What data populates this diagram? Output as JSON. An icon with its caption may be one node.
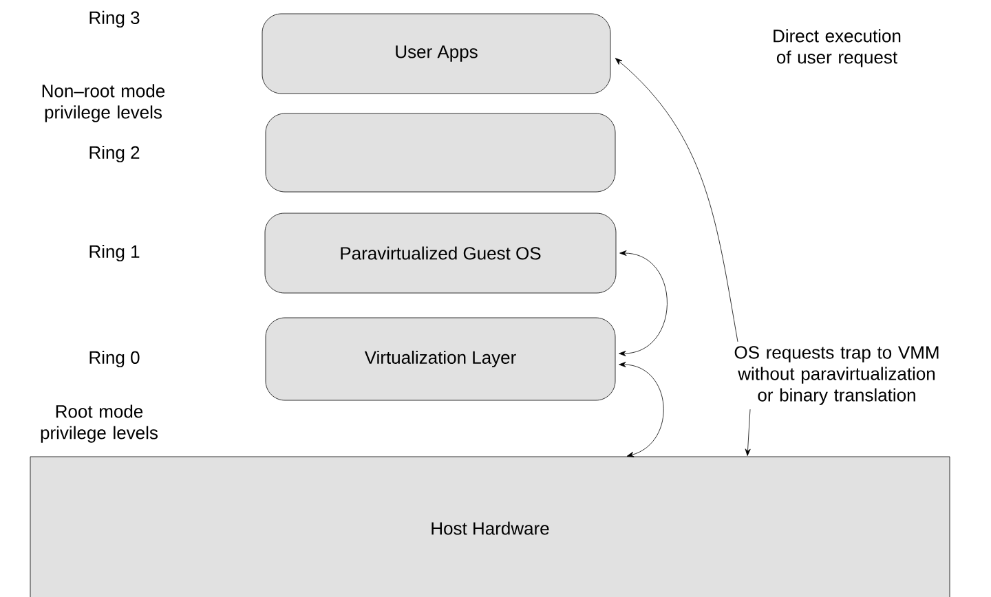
{
  "diagram": {
    "nodes": [
      {
        "text": [
          "User Apps"
        ]
      },
      {
        "text": [],
        "shape": "box"
      },
      {
        "text": [
          "Paravirtualized Guest OS"
        ]
      },
      {
        "text": [
          "Virtualization Layer"
        ]
      },
      {
        "text": [
          "Host Hardware"
        ]
      },
      {
        "text": [
          "OS requests trap to VMM without paravirtualization or binary translation"
        ]
      }
    ],
    "edges": [
      {
        "from": 5,
        "to": 0,
        "arrow": "to"
      },
      {
        "from": 2,
        "to": 3,
        "arrow": "both"
      },
      {
        "from": 3,
        "to": 4,
        "arrow": "both"
      },
      {
        "from": 5,
        "to": 4,
        "arrow": "to"
      }
    ],
    "labels": [
      "Direct execution of user request",
      "Ring 3",
      "Non–root mode privilege levels",
      "Ring 2",
      "Ring 1",
      "Ring 0",
      "Root mode privilege levels"
    ]
  }
}
